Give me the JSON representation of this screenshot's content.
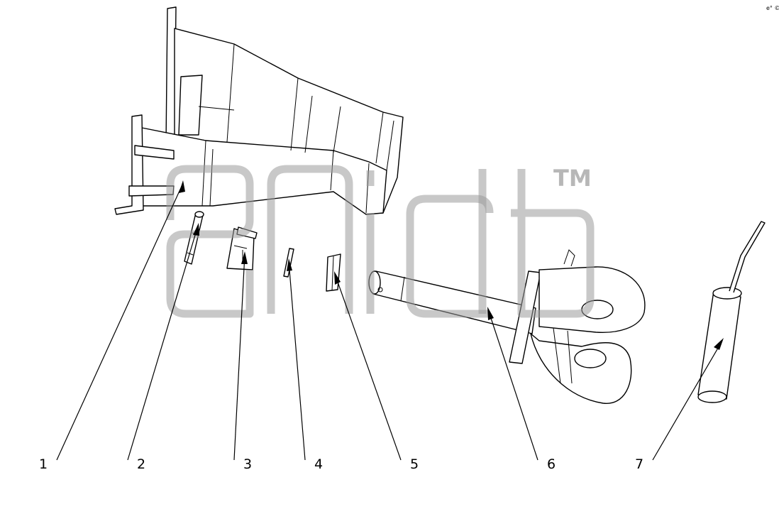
{
  "diagram": {
    "callouts": [
      {
        "id": "1",
        "label": "1"
      },
      {
        "id": "2",
        "label": "2"
      },
      {
        "id": "3",
        "label": "3"
      },
      {
        "id": "4",
        "label": "4"
      },
      {
        "id": "5",
        "label": "5"
      },
      {
        "id": "6",
        "label": "6"
      },
      {
        "id": "7",
        "label": "7"
      }
    ],
    "watermark_mark": "TM",
    "corner_mark": "e° ©"
  }
}
